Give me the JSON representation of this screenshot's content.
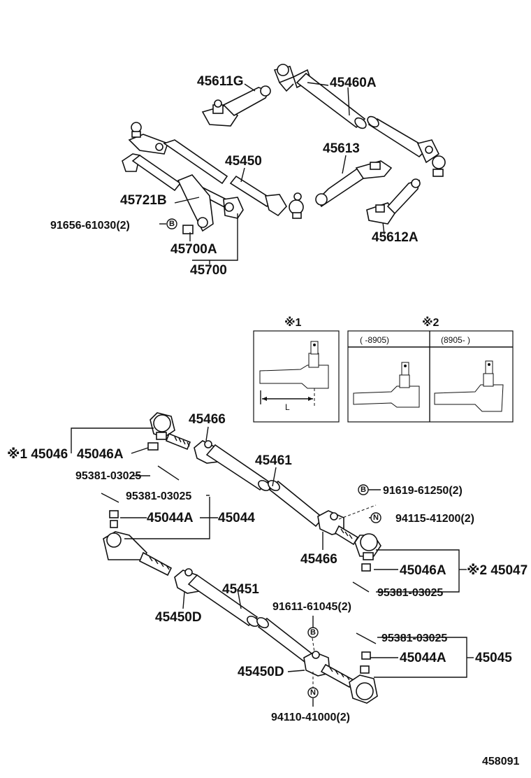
{
  "upper": {
    "p45611G": "45611G",
    "p45460A": "45460A",
    "p45450": "45450",
    "p45613": "45613",
    "p45721B": "45721B",
    "p91656": "91656-61030(2)",
    "p45700A": "45700A",
    "p45612A": "45612A",
    "p45700": "45700"
  },
  "details": {
    "mark1": "※1",
    "mark2": "※2",
    "dim_l": "L",
    "range_left": "(      -8905)",
    "range_right": "(8905-      )"
  },
  "lower": {
    "p45466_top": "45466",
    "p45461": "45461",
    "ref1_45046": "※1 45046",
    "p45046A_top": "45046A",
    "p95381_a": "95381-03025",
    "p95381_b": "95381-03025",
    "p91619": "91619-61250(2)",
    "p94115": "94115-41200(2)",
    "p45044A": "45044A",
    "p45044": "45044",
    "p45466_bot": "45466",
    "p45046A_bot": "45046A",
    "ref2_45047": "※2 45047",
    "p95381_c": "95381-03025",
    "p45451": "45451",
    "p91611": "91611-61045(2)",
    "p45450D_a": "45450D",
    "p95381_d": "95381-03025",
    "p45044A_b": "45044A",
    "p45045": "45045",
    "p45450D_b": "45450D",
    "p94110": "94110-41000(2)"
  },
  "symbols": {
    "bolt": "B",
    "nut": "N"
  },
  "footer": {
    "drawing_id": "458091"
  }
}
